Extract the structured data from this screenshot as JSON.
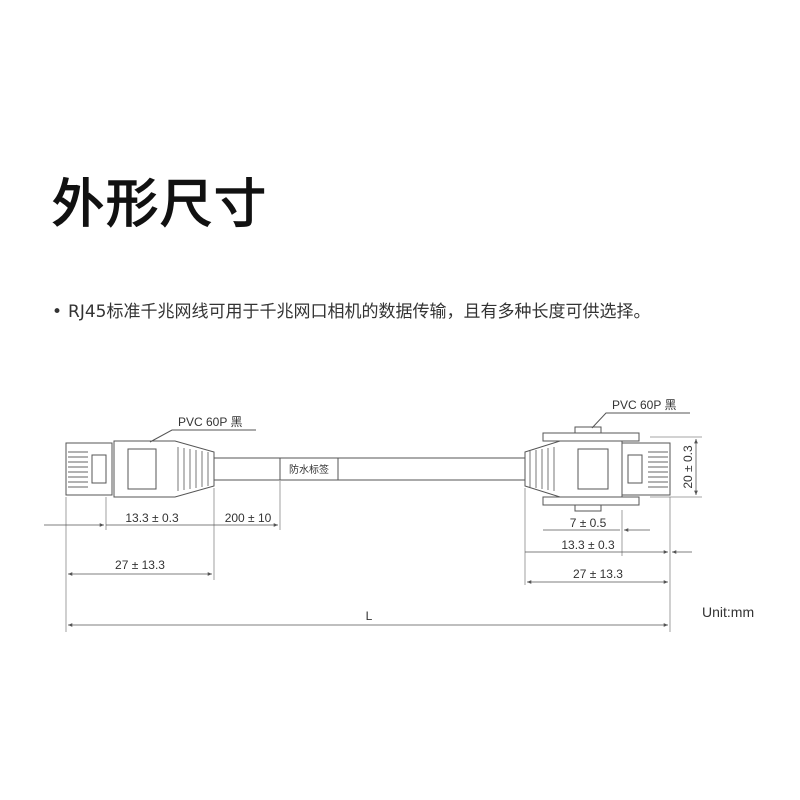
{
  "title": "外形尺寸",
  "bullet": {
    "marker": "•",
    "text": "RJ45标准千兆网线可用于千兆网口相机的数据传输，且有多种长度可供选择。"
  },
  "diagram": {
    "left_material": "PVC 60P 黑",
    "right_material": "PVC 60P 黑",
    "label_tag": "防水标签",
    "dim_left_boot": "13.3 ± 0.3",
    "dim_label_offset": "200 ± 10",
    "dim_left_total": "27 ± 13.3",
    "dim_right_screw": "7 ± 0.5",
    "dim_right_boot": "13.3 ± 0.3",
    "dim_right_total": "27 ± 13.3",
    "dim_height": "20 ± 0.3",
    "dim_length": "L",
    "unit": "Unit:mm"
  }
}
